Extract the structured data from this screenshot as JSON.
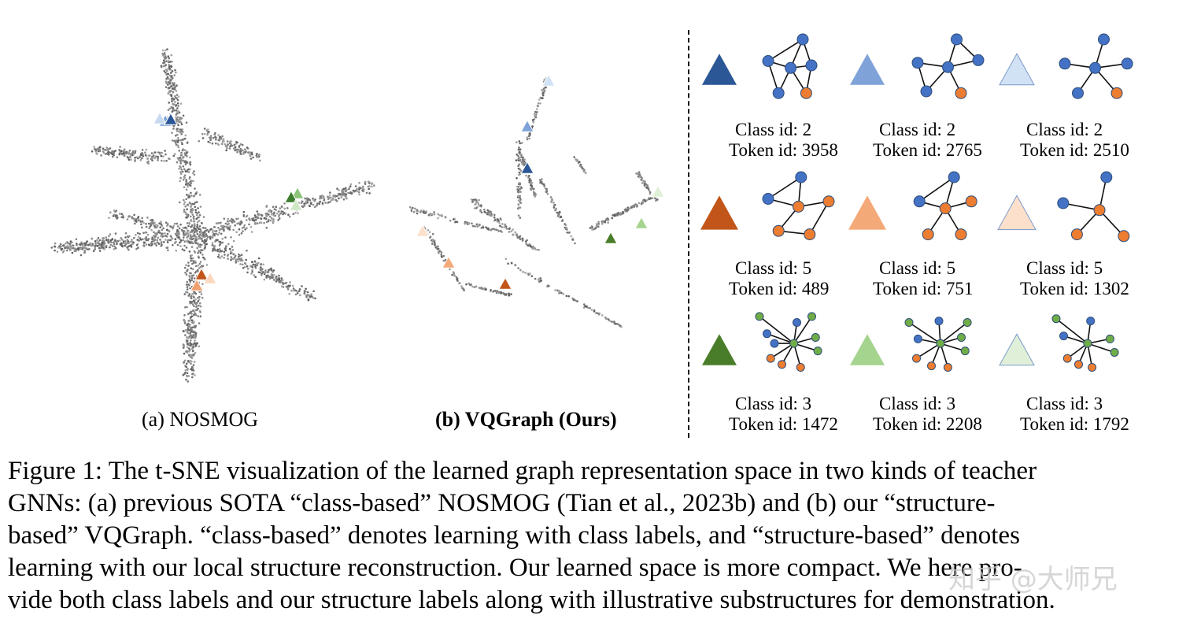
{
  "figure": {
    "subcaption_a": "(a) NOSMOG",
    "subcaption_b": "(b) VQGraph (Ours)",
    "panel_a_triangle_colors": [
      "#2b5797",
      "#7fa3d8",
      "#c8daf2",
      "#3c7a2e",
      "#8bc47a",
      "#cfe8c4",
      "#c2561a",
      "#f0a070",
      "#fbd7c0"
    ],
    "legend_rows": [
      {
        "color_group": "blue",
        "node_color": "#4472c4",
        "items": [
          {
            "triangle_color": "#2b5797",
            "class_label": "Class id: 2",
            "token_label": "Token id: 3958"
          },
          {
            "triangle_color": "#7fa3d8",
            "class_label": "Class id: 2",
            "token_label": "Token id: 2765"
          },
          {
            "triangle_color": "#d2e2f5",
            "class_label": "Class id: 2",
            "token_label": "Token id: 2510"
          }
        ]
      },
      {
        "color_group": "orange",
        "node_color": "#ed7d31",
        "items": [
          {
            "triangle_color": "#c2561a",
            "class_label": "Class id: 5",
            "token_label": "Token id: 489"
          },
          {
            "triangle_color": "#f4a978",
            "class_label": "Class id: 5",
            "token_label": "Token id: 751"
          },
          {
            "triangle_color": "#fce0cc",
            "class_label": "Class id: 5",
            "token_label": "Token id: 1302"
          }
        ]
      },
      {
        "color_group": "green",
        "node_color": "#70ad47",
        "items": [
          {
            "triangle_color": "#4a7d2a",
            "class_label": "Class id: 3",
            "token_label": "Token id: 1472"
          },
          {
            "triangle_color": "#a5d48e",
            "class_label": "Class id: 3",
            "token_label": "Token id: 2208"
          },
          {
            "triangle_color": "#e0f0d8",
            "class_label": "Class id: 3",
            "token_label": "Token id: 1792"
          }
        ]
      }
    ],
    "node_colors": {
      "blue": "#4472c4",
      "orange": "#ed7d31",
      "green": "#70ad47"
    }
  },
  "caption": {
    "lines": [
      "Figure 1: The t-SNE visualization of the learned graph representation space in two kinds of teacher",
      "GNNs: (a) previous SOTA “class-based” NOSMOG (Tian et al., 2023b) and (b) our “structure-",
      "based” VQGraph. “class-based” denotes learning with class labels, and “structure-based” denotes",
      "learning with our local structure reconstruction. Our learned space is more compact. We here pro-",
      "vide both class labels and our structure labels along with illustrative substructures for demonstration."
    ]
  },
  "watermark": "知乎 @大师兄"
}
